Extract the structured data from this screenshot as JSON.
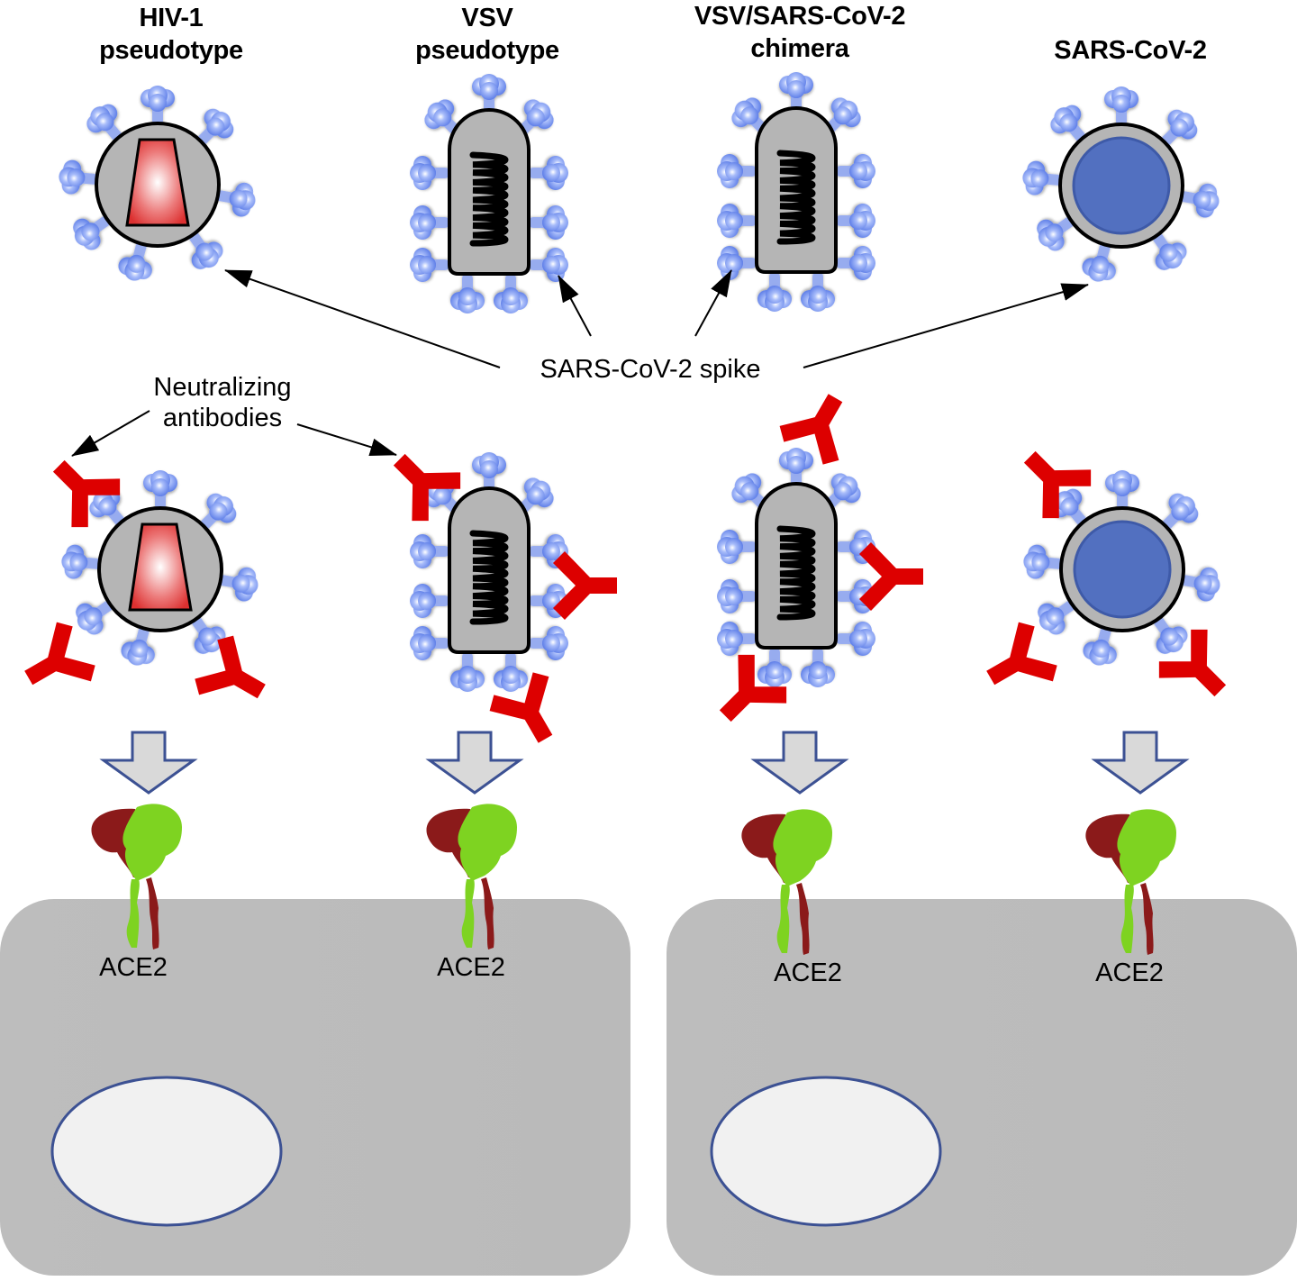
{
  "figure": {
    "columns": [
      {
        "id": "hiv1",
        "title_line1": "HIV-1",
        "title_line2": "pseudotype",
        "core_type": "trapezoid-capsid",
        "shape": "round"
      },
      {
        "id": "vsv",
        "title_line1": "VSV",
        "title_line2": "pseudotype",
        "core_type": "coiled-genome",
        "shape": "bullet"
      },
      {
        "id": "chimera",
        "title_line1": "VSV/SARS-CoV-2",
        "title_line2": "chimera",
        "core_type": "coiled-genome",
        "shape": "bullet"
      },
      {
        "id": "sars",
        "title_line1": "",
        "title_line2": "SARS-CoV-2",
        "core_type": "blue-core",
        "shape": "round"
      }
    ],
    "spike_label": "SARS-CoV-2 spike",
    "antibody_label_line1": "Neutralizing",
    "antibody_label_line2": "antibodies",
    "receptor_label": "ACE2",
    "receptor_labels": [
      "ACE2",
      "ACE2",
      "ACE2",
      "ACE2"
    ],
    "colors": {
      "spike": "#6f8ff0",
      "antibody": "#dd0000",
      "capsid": "#e23c3c",
      "envelope": "#b5b5b5",
      "sars_core": "#5270c0",
      "cell": "#bdbdbd",
      "nucleus": "#f1f1f1",
      "nucleus_border": "#3c5193",
      "arrow_fill": "#d9d9d9",
      "arrow_border": "#3c5193",
      "ace2_red": "#8b1a1a",
      "ace2_green": "#7ed321"
    }
  }
}
